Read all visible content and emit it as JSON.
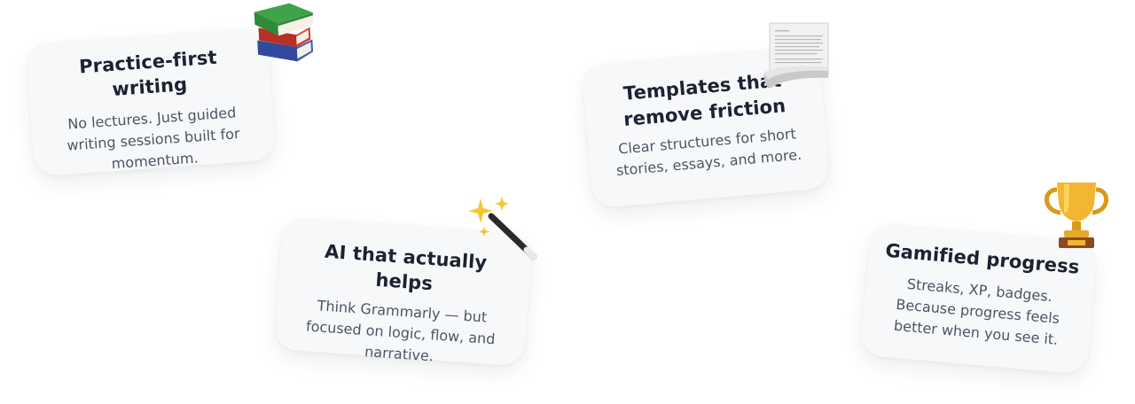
{
  "features": [
    {
      "title": "Practice-first writing",
      "description": "No lectures. Just guided writing sessions built for momentum.",
      "icon": "books-icon"
    },
    {
      "title": "Templates that remove friction",
      "description": "Clear structures for short stories, essays, and more.",
      "icon": "page-curl-icon"
    },
    {
      "title": "AI that actually helps",
      "description": "Think Grammarly — but focused on logic, flow, and narrative.",
      "icon": "magic-wand-icon"
    },
    {
      "title": "Gamified progress",
      "description": "Streaks, XP, badges. Because progress feels better when you see it.",
      "icon": "trophy-icon"
    }
  ]
}
